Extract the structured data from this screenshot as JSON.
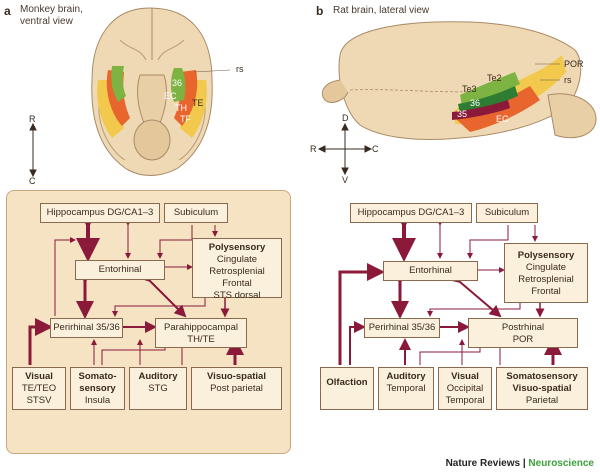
{
  "panel_a": {
    "letter": "a",
    "title_line1": "Monkey brain,",
    "title_line2": "ventral view",
    "region_labels": [
      "rs",
      "TE",
      "EC",
      "36",
      "TH",
      "TF"
    ],
    "axis": {
      "top": "R",
      "bottom": "C"
    },
    "boxes": {
      "hippocampus": "Hippocampus DG/CA1–3",
      "subiculum": "Subiculum",
      "entorhinal": "Entorhinal",
      "polysensory_title": "Polysensory",
      "polysensory_lines": [
        "Cingulate",
        "Retrosplenial",
        "Frontal",
        "STS dorsal"
      ],
      "perirhinal": "Perirhinal 35/36",
      "parahippocampal_line1": "Parahippocampal",
      "parahippocampal_line2": "TH/TE",
      "visual_title": "Visual",
      "visual_lines": [
        "TE/TEO",
        "STSV"
      ],
      "somato_title_line1": "Somato-",
      "somato_title_line2": "sensory",
      "somato_sub": "Insula",
      "auditory_title": "Auditory",
      "auditory_sub": "STG",
      "visuospatial_title": "Visuo-spatial",
      "visuospatial_sub": "Post parietal"
    }
  },
  "panel_b": {
    "letter": "b",
    "title": "Rat brain, lateral view",
    "region_labels": [
      "POR",
      "rs",
      "Te2",
      "Te3",
      "36",
      "35",
      "EC"
    ],
    "axis": {
      "top": "D",
      "bottom": "V",
      "left": "R",
      "right": "C"
    },
    "boxes": {
      "hippocampus": "Hippocampus DG/CA1–3",
      "subiculum": "Subiculum",
      "entorhinal": "Entorhinal",
      "polysensory_title": "Polysensory",
      "polysensory_lines": [
        "Cingulate",
        "Retrosplenial",
        "Frontal"
      ],
      "perirhinal": "Perirhinal 35/36",
      "postrhinal_line1": "Postrhinal",
      "postrhinal_line2": "POR",
      "olfaction_title": "Olfaction",
      "auditory_title": "Auditory",
      "auditory_sub": "Temporal",
      "visual_title": "Visual",
      "visual_lines": [
        "Occipital",
        "Temporal"
      ],
      "somato_title_line1": "Somatosensory",
      "somato_title_line2": "Visuo-spatial",
      "somato_sub": "Parietal"
    }
  },
  "footer": {
    "journal": "Nature Reviews",
    "separator": " | ",
    "section": "Neuroscience"
  },
  "colors": {
    "green": "#7cb342",
    "orange": "#e8652d",
    "yellow": "#f2c94c",
    "maroon": "#8b1a3a",
    "panel": "#f5e3c3",
    "arrow": "#8b1a3a"
  }
}
